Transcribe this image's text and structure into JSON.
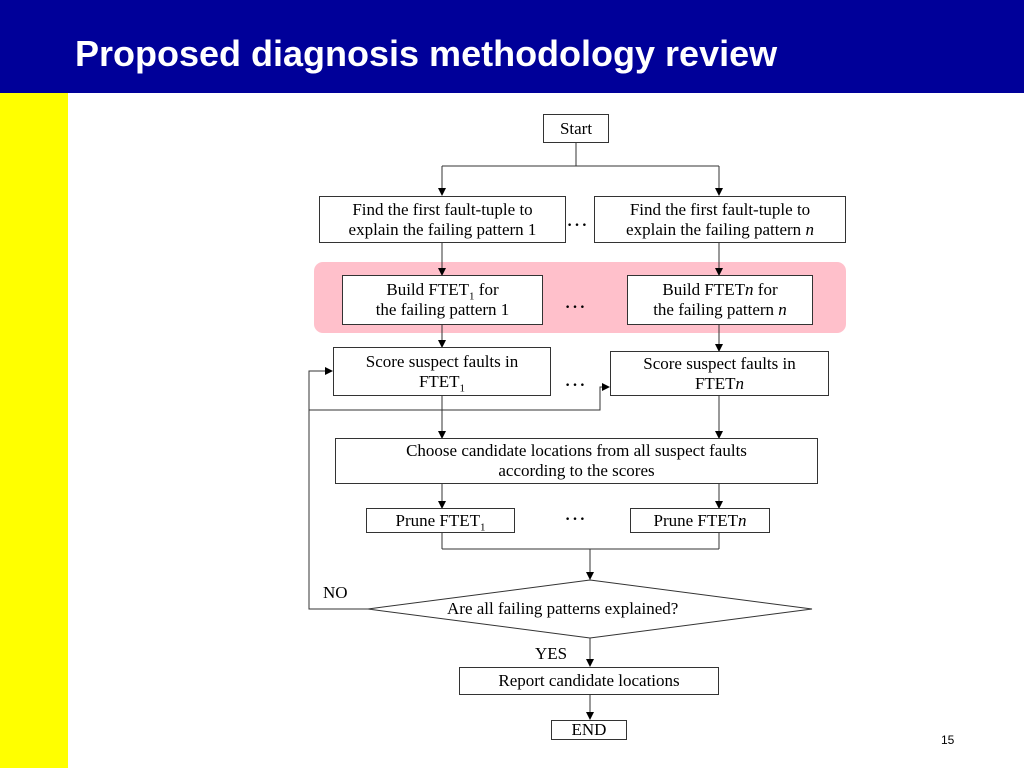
{
  "slide": {
    "title": "Proposed diagnosis methodology review",
    "page_number": "15",
    "colors": {
      "title_bar": "#000099",
      "side_bar": "#ffff00",
      "highlight": "#ffc0cb"
    }
  },
  "flowchart": {
    "start": "Start",
    "find_left": {
      "line1": "Find the first fault-tuple to",
      "line2": "explain the failing pattern 1"
    },
    "find_right": {
      "line1": "Find the first fault-tuple to",
      "line2_text": "explain the failing pattern ",
      "line2_var": "n"
    },
    "build_left": {
      "prefix": "Build FTET",
      "sub": "1",
      "suffix": " for",
      "line2": "the failing pattern 1"
    },
    "build_right": {
      "prefix": "Build FTET",
      "var": "n",
      "suffix": " for",
      "line2_text": "the failing pattern ",
      "line2_var": "n"
    },
    "score_left": {
      "line1": "Score suspect faults in",
      "prefix": "FTET",
      "sub": "1"
    },
    "score_right": {
      "line1": "Score suspect faults in",
      "prefix": "FTET",
      "var": "n"
    },
    "choose": {
      "line1": "Choose candidate locations from all suspect faults",
      "line2": "according to the scores"
    },
    "prune_left": {
      "prefix": "Prune FTET",
      "sub": "1"
    },
    "prune_right": {
      "prefix": "Prune FTET",
      "var": "n"
    },
    "decision": "Are all failing patterns explained?",
    "no_label": "NO",
    "yes_label": "YES",
    "report": "Report candidate locations",
    "end": "END",
    "ellipsis": "…"
  }
}
